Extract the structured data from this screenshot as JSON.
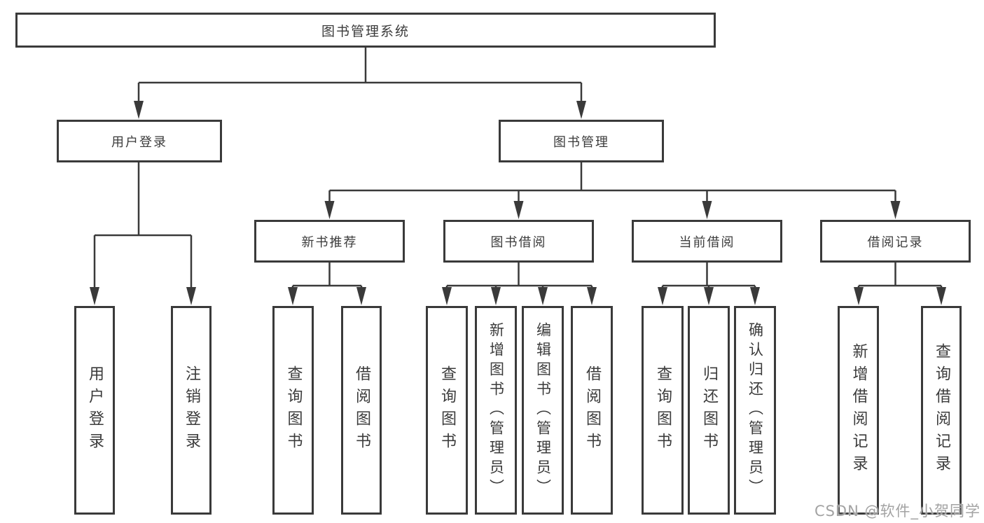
{
  "nodes": {
    "root": "图书管理系统",
    "level2": [
      "用户登录",
      "图书管理"
    ],
    "level3": [
      "新书推荐",
      "图书借阅",
      "当前借阅",
      "借阅记录"
    ],
    "leaves": [
      [
        "用户登录",
        "注销登录"
      ],
      [
        "查询图书",
        "借阅图书"
      ],
      [
        "查询图书",
        "新增图书（管理员）",
        "编辑图书（管理员）",
        "借阅图书"
      ],
      [
        "查询图书",
        "归还图书",
        "确认归还（管理员）"
      ],
      [
        "新增借阅记录",
        "查询借阅记录"
      ]
    ]
  },
  "watermark": "CSDN @软件_小贺同学",
  "colors": {
    "line": "#3a3a3a",
    "box_border": "#3a3a3a",
    "text": "#3b3b3b",
    "watermark": "#a3a3a3",
    "background": "#ffffff"
  }
}
